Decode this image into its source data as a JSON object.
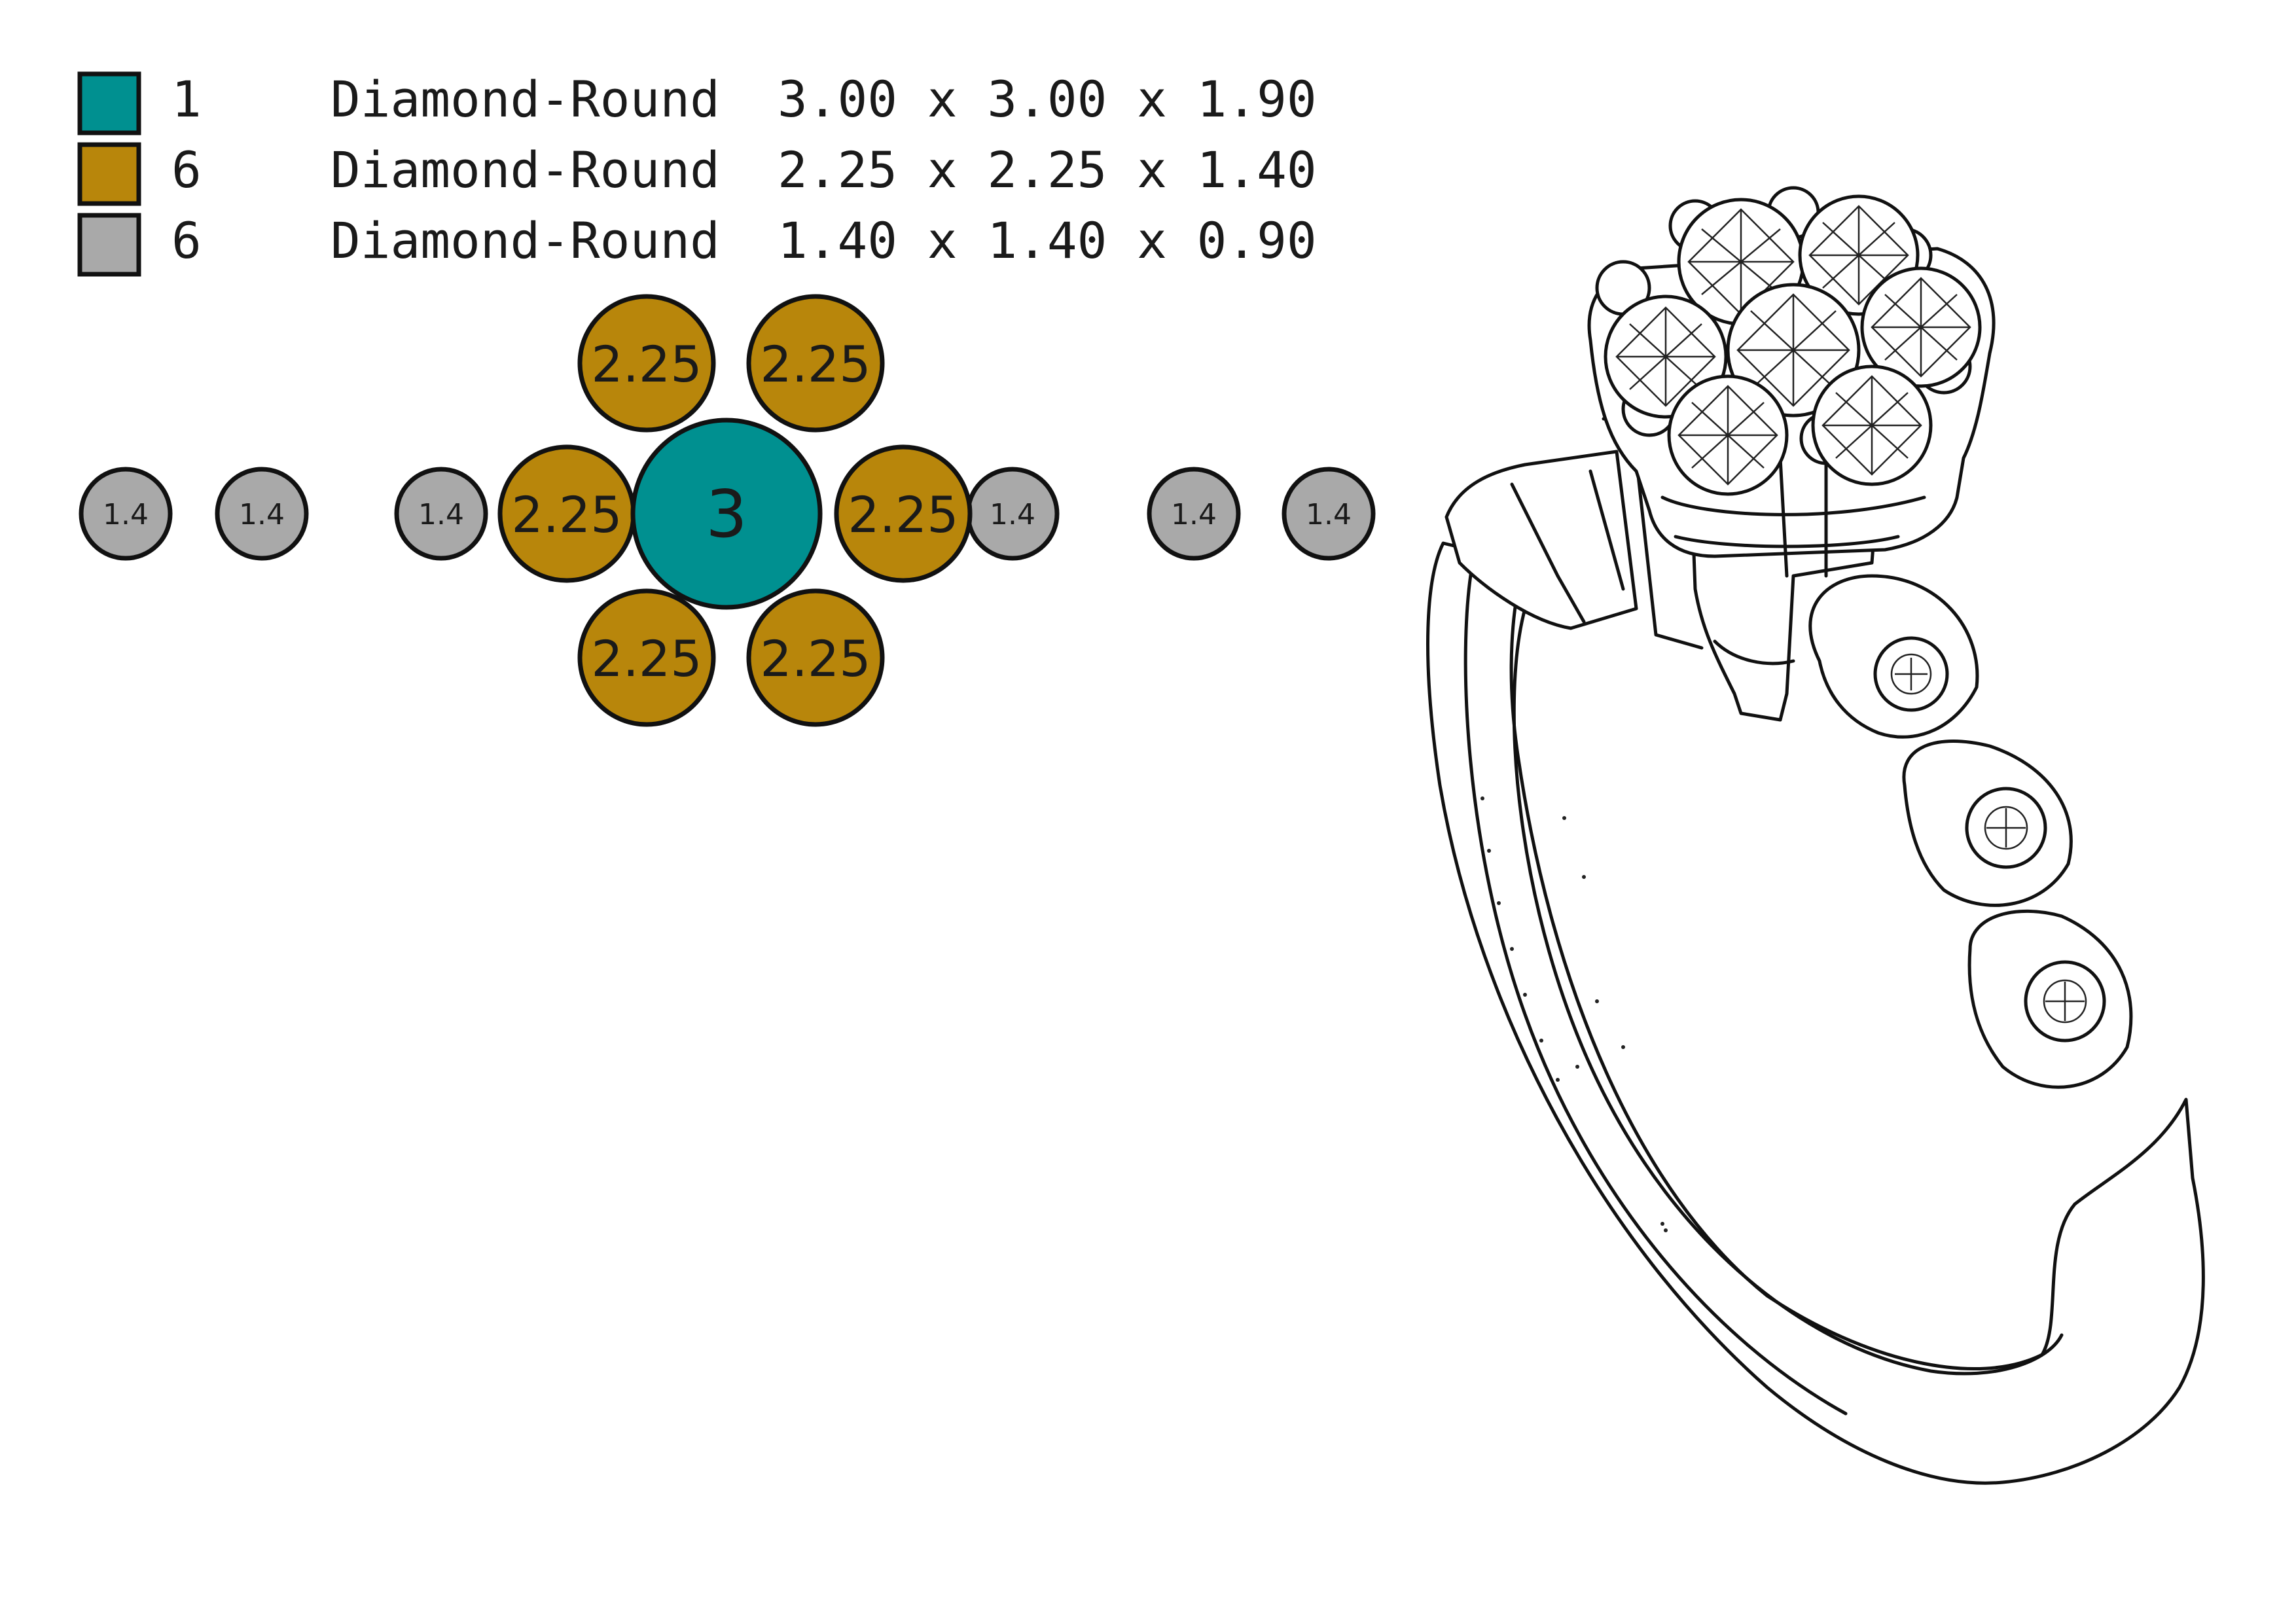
{
  "legend": [
    {
      "count": "1",
      "color": "#009090",
      "stone": "Diamond-Round",
      "dims": [
        "3.00",
        " x ",
        "3.00",
        " x ",
        "1.90"
      ]
    },
    {
      "count": "6",
      "color": "#B8860B",
      "stone": "Diamond-Round",
      "dims": [
        "2.25",
        " x ",
        "2.25",
        " x ",
        "1.40"
      ]
    },
    {
      "count": "6",
      "color": "#A9A9A9",
      "stone": "Diamond-Round",
      "dims": [
        "1.40",
        " x ",
        "1.40",
        " x ",
        "0.90"
      ]
    }
  ],
  "stones": {
    "center": {
      "label": "3",
      "color": "#009090"
    },
    "petals": {
      "label": "2.25",
      "color": "#B8860B"
    },
    "accents": {
      "label": "1.4",
      "color": "#A9A9A9"
    }
  },
  "colors": {
    "outline": "#111111",
    "background": "#ffffff"
  },
  "illustration": {
    "subject": "ring-line-drawing"
  }
}
